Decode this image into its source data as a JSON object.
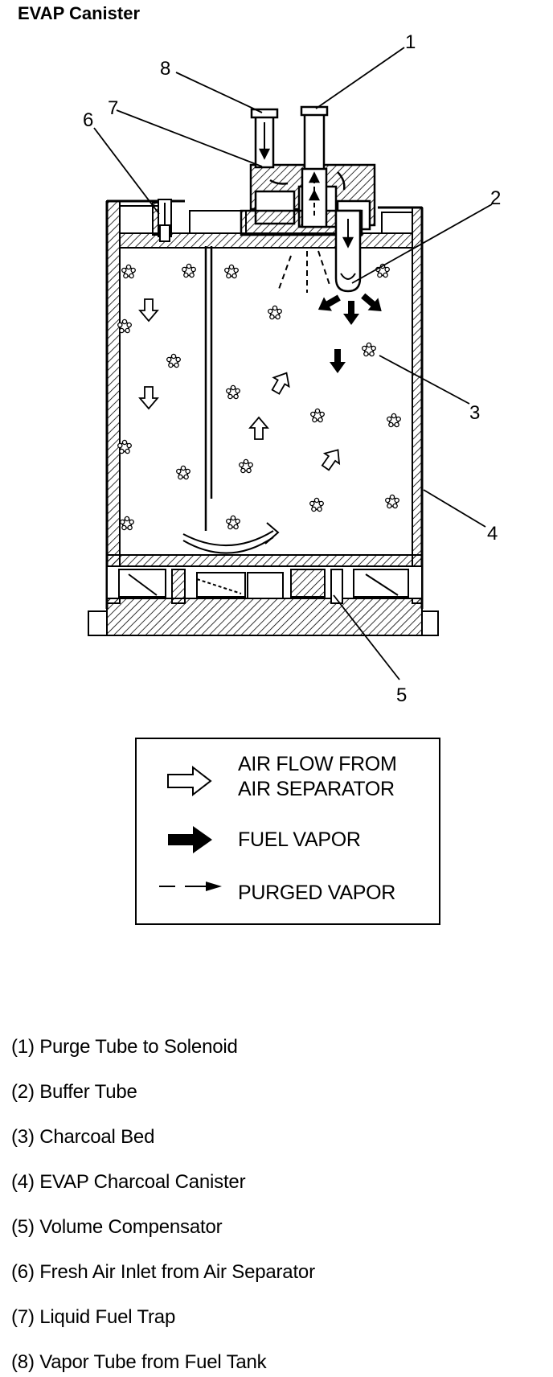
{
  "title": "EVAP Canister",
  "callouts": [
    "1",
    "2",
    "3",
    "4",
    "5",
    "6",
    "7",
    "8"
  ],
  "legend": {
    "air_flow": "AIR FLOW FROM\nAIR SEPARATOR",
    "air_flow_line1": "AIR FLOW FROM",
    "air_flow_line2": "AIR SEPARATOR",
    "fuel_vapor": "FUEL VAPOR",
    "purged_vapor": "PURGED VAPOR"
  },
  "captions": [
    "(1) Purge Tube to Solenoid",
    "(2) Buffer Tube",
    "(3) Charcoal Bed",
    "(4) EVAP Charcoal Canister",
    "(5) Volume Compensator",
    "(6) Fresh Air Inlet from Air Separator",
    "(7) Liquid Fuel Trap",
    "(8) Vapor Tube from Fuel Tank"
  ],
  "colors": {
    "ink": "#000000",
    "background": "#ffffff"
  }
}
